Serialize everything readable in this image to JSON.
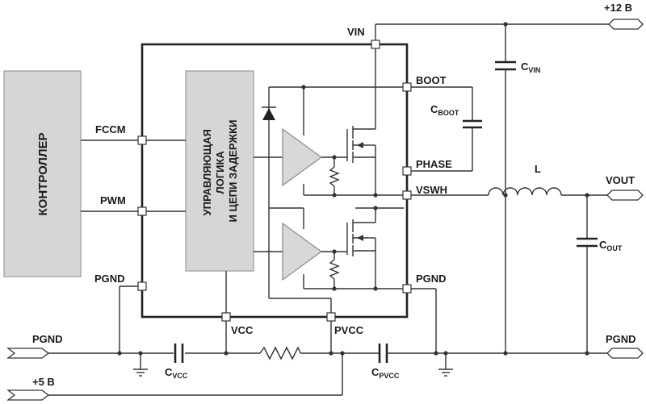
{
  "controller": {
    "label": "КОНТРОЛЛЕР"
  },
  "logic_block": {
    "lines": [
      "УПРАВЛЯЮЩАЯ",
      "ЛОГИКА",
      "И ЦЕПИ ЗАДЕРЖКИ"
    ]
  },
  "pins": {
    "fccm": "FCCM",
    "pwm": "PWM",
    "pgnd_left": "PGND",
    "vin": "VIN",
    "boot": "BOOT",
    "phase": "PHASE",
    "vswh": "VSWH",
    "pgnd_right": "PGND",
    "vcc": "VCC",
    "pvcc": "PVCC"
  },
  "components": {
    "c_vin": {
      "main": "C",
      "sub": "VIN"
    },
    "c_boot": {
      "main": "C",
      "sub": "BOOT"
    },
    "inductor": "L",
    "c_out": {
      "main": "C",
      "sub": "OUT"
    },
    "c_vcc": {
      "main": "C",
      "sub": "VCC"
    },
    "c_pvcc": {
      "main": "C",
      "sub": "PVCC"
    }
  },
  "terminals": {
    "plus12v": "+12 В",
    "vout": "VOUT",
    "pgnd_out": "PGND",
    "pgnd_in": "PGND",
    "plus5v": "+5 В"
  }
}
